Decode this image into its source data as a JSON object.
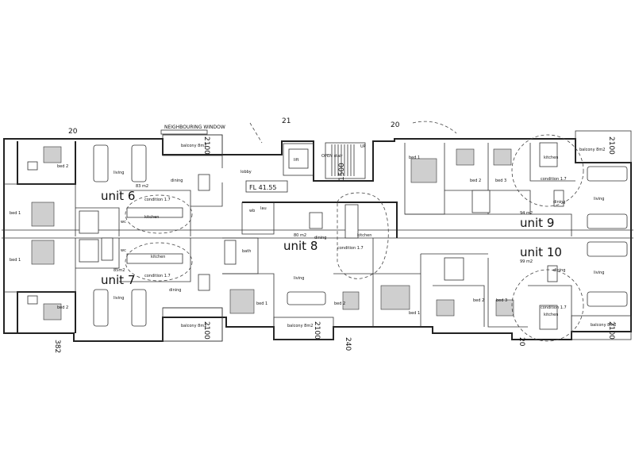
{
  "plan": {
    "neighbouring_window": "NEIGHBOURING WINDOW",
    "lobby": "lobby",
    "lift": "lift",
    "open_stair": "OPEN stair",
    "up": "UP",
    "floor_level": "FL 41.55",
    "dims": [
      "20",
      "2100",
      "21",
      "20",
      "2100",
      "1500",
      "2100",
      "2100",
      "240",
      "2100",
      "20",
      "382"
    ],
    "units": {
      "unit6": {
        "name": "unit 6",
        "area": "83 m2",
        "rooms": [
          "bed 2",
          "bed 1",
          "living",
          "dining",
          "kitchen",
          "wc",
          "condition 1.7"
        ],
        "balcony": "balcony 8m2"
      },
      "unit7": {
        "name": "unit 7",
        "area": "85m2",
        "rooms": [
          "bed 1",
          "bed 2",
          "living",
          "dining",
          "kitchen",
          "wc",
          "condition 1.7"
        ],
        "balcony": "balcony 8m2"
      },
      "unit8": {
        "name": "unit 8",
        "area": "80 m2",
        "rooms": [
          "living",
          "dining",
          "kitchen",
          "bath",
          "bed 1",
          "bed 2",
          "lau",
          "wb",
          "condition 1.7"
        ],
        "balcony": "balcony 8m2"
      },
      "unit9": {
        "name": "unit 9",
        "area": "94 m2",
        "rooms": [
          "bed 1",
          "bed 2",
          "bed 3",
          "kitchen",
          "living",
          "dining",
          "condition 1.7"
        ],
        "balcony": "balcony 8m2"
      },
      "unit10": {
        "name": "unit 10",
        "area": "99 m2",
        "rooms": [
          "bed 1",
          "bed 2",
          "bed 3",
          "living",
          "dining",
          "kitchen",
          "condition 1.7"
        ],
        "balcony": "balcony 8m2"
      }
    }
  }
}
